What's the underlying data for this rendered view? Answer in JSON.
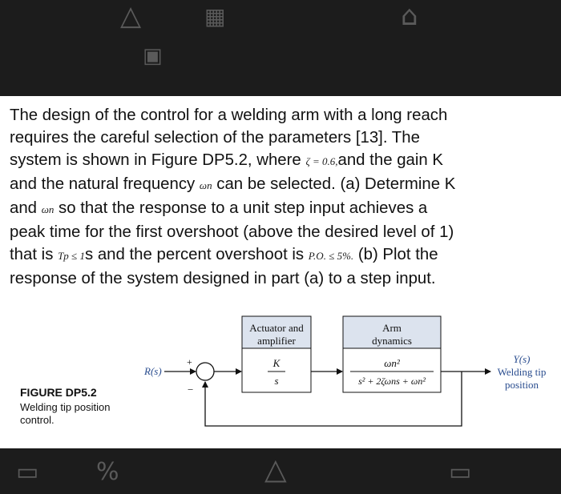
{
  "problem": {
    "l1": "The design of the control for a welding arm with a long reach",
    "l2": "requires the careful selection of the parameters [13]. The",
    "l3a": "system is shown in Figure DP5.2, where ",
    "zeta": "ζ = 0.6,",
    "l3b": "and the gain K",
    "l4a": "and the natural frequency ",
    "wn": "ωn",
    "l4b": " can be selected. (a) Determine K",
    "l5a": "and ",
    "l5b": " so that the response to a unit step input achieves a",
    "l6": "peak time for the first overshoot (above the desired level of 1)",
    "l7a": "that is ",
    "tp": "Tp ≤ 1",
    "l7b": "s and the percent overshoot is ",
    "po": "P.O. ≤ 5%.",
    "l7c": " (b) Plot the",
    "l8": "response of the system designed in part (a) to a step input."
  },
  "figure": {
    "title": "FIGURE DP5.2",
    "subtitle": "Welding tip position control.",
    "input_label": "R(s)",
    "plus": "+",
    "minus": "−",
    "block1": {
      "title1": "Actuator and",
      "title2": "amplifier",
      "num": "K",
      "den": "s"
    },
    "block2": {
      "title1": "Arm",
      "title2": "dynamics",
      "num": "ωn²",
      "den": "s² + 2ζωns + ωn²"
    },
    "output": {
      "l1": "Y(s)",
      "l2": "Welding tip",
      "l3": "position"
    }
  },
  "colors": {
    "page_bg": "#141414",
    "card_bg": "#ffffff",
    "block_fill": "#dce3ee",
    "accent_text": "#2a4d8f"
  }
}
